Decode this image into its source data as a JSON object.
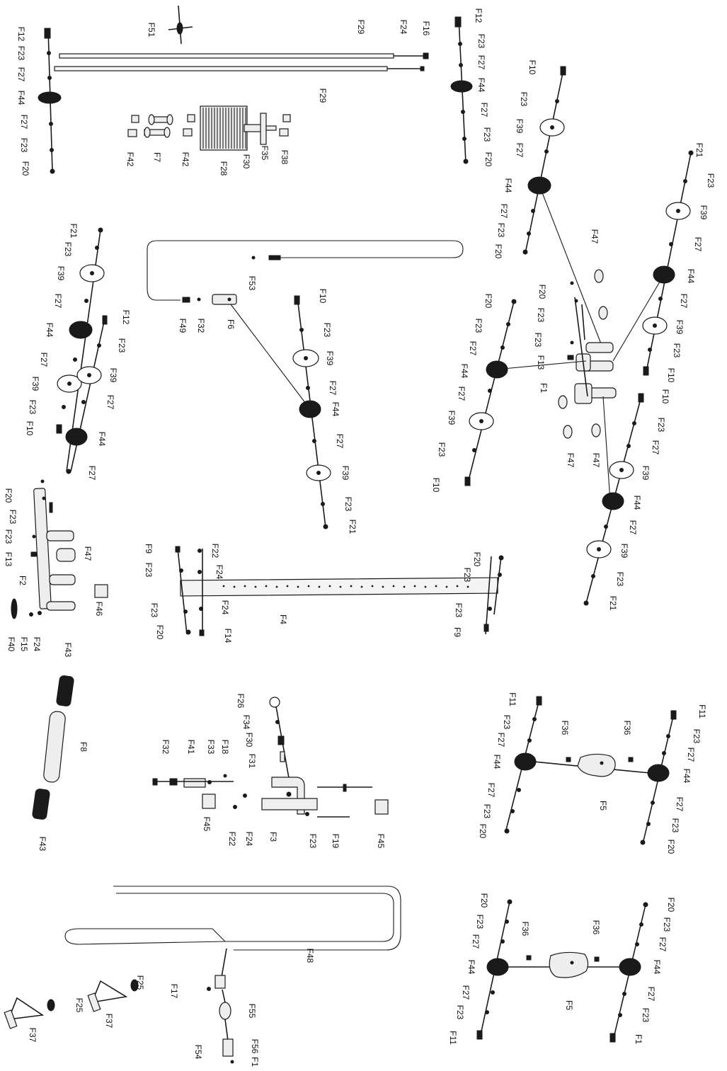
{
  "labels": {
    "F1": "F1",
    "F2": "F2",
    "F3": "F3",
    "F4": "F4",
    "F5": "F5",
    "F6": "F6",
    "F7": "F7",
    "F8": "F8",
    "F9": "F9",
    "F10": "F10",
    "F11": "F11",
    "F12": "F12",
    "F13": "F13",
    "F14": "F14",
    "F15": "F15",
    "F16": "F16",
    "F17": "F17",
    "F18": "F18",
    "F19": "F19",
    "F20": "F20",
    "F21": "F21",
    "F22": "F22",
    "F23": "F23",
    "F24": "F24",
    "F25": "F25",
    "F26": "F26",
    "F27": "F27",
    "F28": "F28",
    "F29": "F29",
    "F30": "F30",
    "F31": "F31",
    "F32": "F32",
    "F33": "F33",
    "F34": "F34",
    "F35": "F35",
    "F36": "F36",
    "F37": "F37",
    "F38": "F38",
    "F39": "F39",
    "F40": "F40",
    "F41": "F41",
    "F42": "F42",
    "F43": "F43",
    "F44": "F44",
    "F45": "F45",
    "F46": "F46",
    "F47": "F47",
    "F48": "F48",
    "F49": "F49",
    "F51": "F51",
    "F53": "F53",
    "F54": "F54",
    "F55": "F55",
    "F56": "F56"
  },
  "colors": {
    "ink": "#1a1a1a",
    "background": "#ffffff"
  }
}
